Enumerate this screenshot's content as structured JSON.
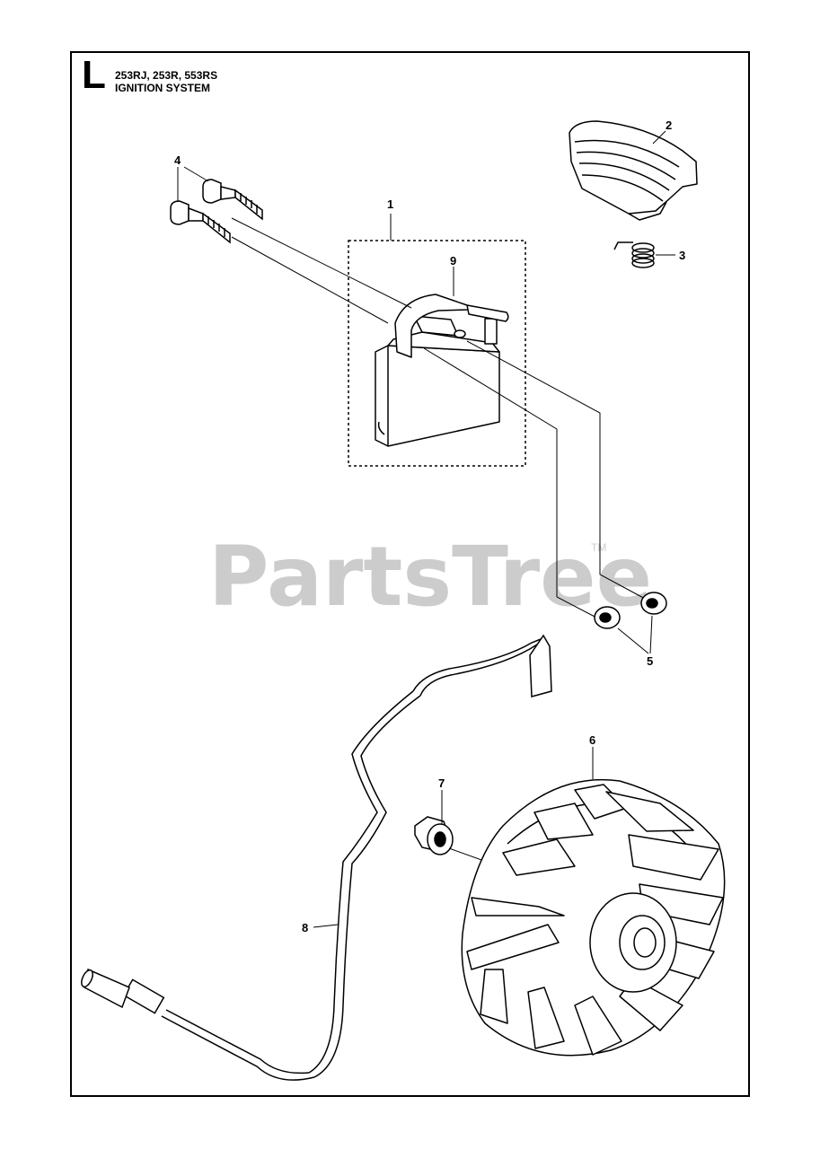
{
  "header": {
    "section_letter": "L",
    "models": "253RJ, 253R, 553RS",
    "title": "IGNITION SYSTEM"
  },
  "watermark": {
    "text": "PartsTree",
    "trademark": "TM"
  },
  "callouts": [
    "1",
    "2",
    "3",
    "4",
    "5",
    "6",
    "7",
    "8",
    "9"
  ]
}
